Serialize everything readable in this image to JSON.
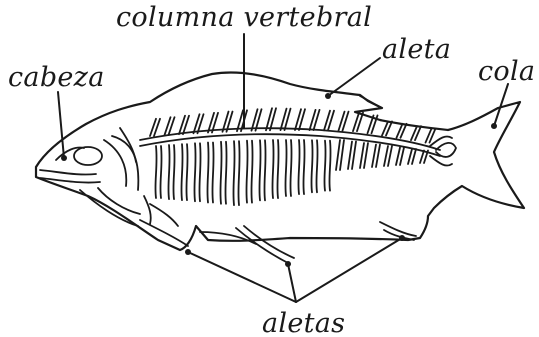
{
  "diagram": {
    "labels": {
      "columna": "columna vertebral",
      "aleta_top": "aleta",
      "cabeza": "cabeza",
      "cola": "cola",
      "aletas": "aletas"
    },
    "line_color": "#1a1a1a",
    "background": "#ffffff"
  }
}
